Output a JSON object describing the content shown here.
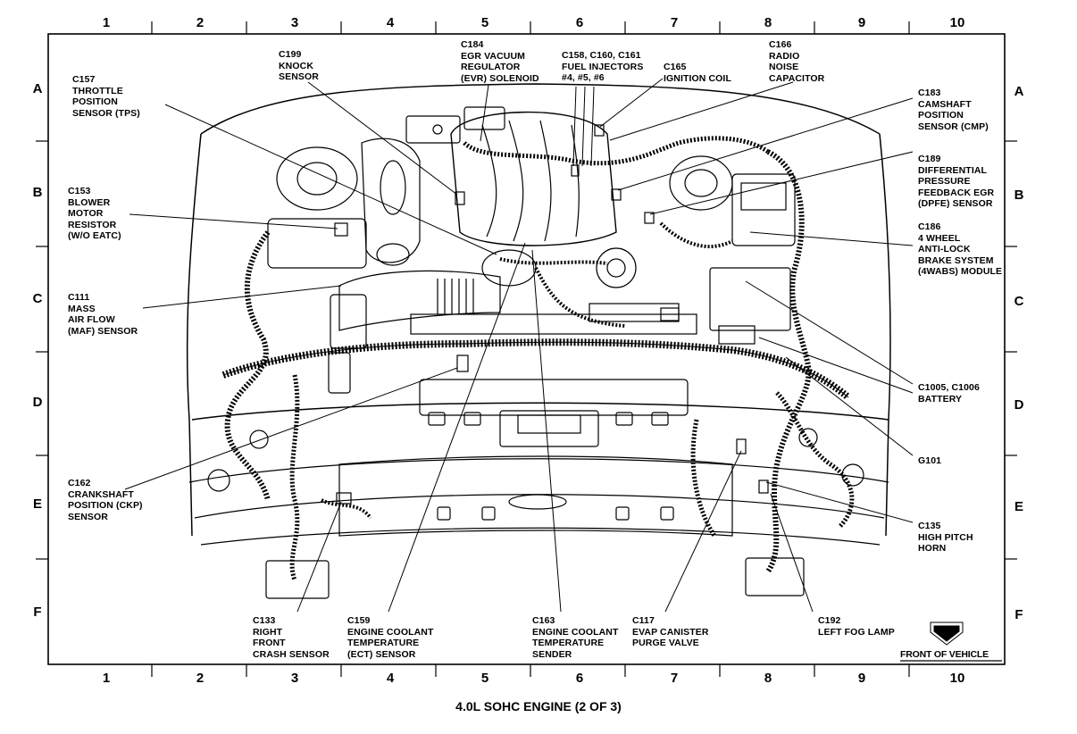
{
  "title": "4.0L SOHC ENGINE (2 OF 3)",
  "grid": {
    "columns": [
      "1",
      "2",
      "3",
      "4",
      "5",
      "6",
      "7",
      "8",
      "9",
      "10"
    ],
    "rows": [
      "A",
      "B",
      "C",
      "D",
      "E",
      "F"
    ]
  },
  "front_label": "FRONT OF VEHICLE",
  "labels": [
    {
      "id": "c157",
      "text": "C157\nTHROTTLE\nPOSITION\nSENSOR (TPS)"
    },
    {
      "id": "c199",
      "text": "C199\nKNOCK\nSENSOR"
    },
    {
      "id": "c184",
      "text": "C184\nEGR VACUUM\nREGULATOR\n(EVR) SOLENOID"
    },
    {
      "id": "c158",
      "text": "C158, C160, C161\nFUEL INJECTORS\n#4, #5, #6"
    },
    {
      "id": "c165",
      "text": "C165\nIGNITION COIL"
    },
    {
      "id": "c166",
      "text": "C166\nRADIO\nNOISE\nCAPACITOR"
    },
    {
      "id": "c183",
      "text": "C183\nCAMSHAFT\nPOSITION\nSENSOR (CMP)"
    },
    {
      "id": "c189",
      "text": "C189\nDIFFERENTIAL\nPRESSURE\nFEEDBACK EGR\n(DPFE) SENSOR"
    },
    {
      "id": "c186",
      "text": "C186\n4 WHEEL\nANTI-LOCK\nBRAKE SYSTEM\n(4WABS) MODULE"
    },
    {
      "id": "c153",
      "text": "C153\nBLOWER\nMOTOR\nRESISTOR\n(W/O EATC)"
    },
    {
      "id": "c111",
      "text": "C111\nMASS\nAIR FLOW\n(MAF) SENSOR"
    },
    {
      "id": "c1005",
      "text": "C1005, C1006\nBATTERY"
    },
    {
      "id": "g101",
      "text": "G101"
    },
    {
      "id": "c162",
      "text": "C162\nCRANKSHAFT\nPOSITION (CKP)\nSENSOR"
    },
    {
      "id": "c135",
      "text": "C135\nHIGH PITCH\nHORN"
    },
    {
      "id": "c133",
      "text": "C133\nRIGHT\nFRONT\nCRASH SENSOR"
    },
    {
      "id": "c159",
      "text": "C159\nENGINE COOLANT\nTEMPERATURE\n(ECT) SENSOR"
    },
    {
      "id": "c163",
      "text": "C163\nENGINE COOLANT\nTEMPERATURE\nSENDER"
    },
    {
      "id": "c117",
      "text": "C117\nEVAP CANISTER\nPURGE VALVE"
    },
    {
      "id": "c192",
      "text": "C192\nLEFT FOG LAMP"
    }
  ]
}
